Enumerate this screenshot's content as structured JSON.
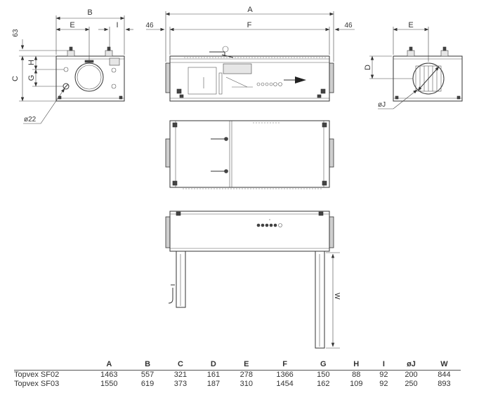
{
  "views": {
    "front": {
      "labels": {
        "B": "B",
        "E": "E",
        "I": "I",
        "C": "C",
        "H": "H",
        "G": "G",
        "d63": "63",
        "d22": "ø22"
      }
    },
    "side": {
      "labels": {
        "A": "A",
        "F": "F",
        "left": "46",
        "right": "46"
      }
    },
    "end": {
      "labels": {
        "E": "E",
        "D": "D",
        "J": "øJ"
      }
    },
    "bottom": {
      "labels": {
        "W": "W"
      }
    }
  },
  "table": {
    "columns": [
      "A",
      "B",
      "C",
      "D",
      "E",
      "F",
      "G",
      "H",
      "I",
      "øJ",
      "W"
    ],
    "rows": [
      {
        "model": "Topvex SF02",
        "values": [
          "1463",
          "557",
          "321",
          "161",
          "278",
          "1366",
          "150",
          "88",
          "92",
          "200",
          "844"
        ]
      },
      {
        "model": "Topvex SF03",
        "values": [
          "1550",
          "619",
          "373",
          "187",
          "310",
          "1454",
          "162",
          "109",
          "92",
          "250",
          "893"
        ]
      }
    ]
  }
}
